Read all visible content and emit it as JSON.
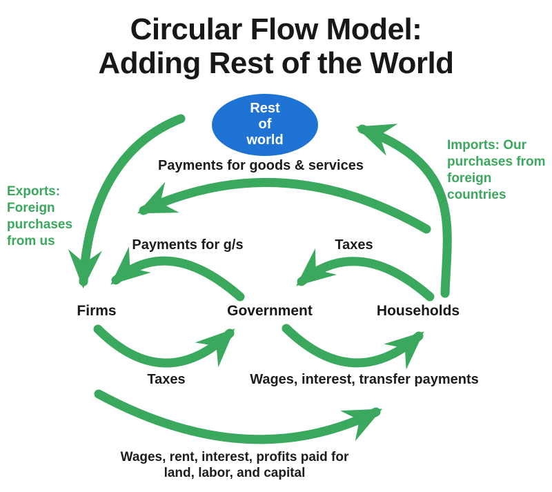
{
  "title": {
    "line1": "Circular Flow Model:",
    "line2": "Adding Rest of the World"
  },
  "colors": {
    "arrow_green": "#3aa85d",
    "rest_of_world_blue": "#1f73d5",
    "text_black": "#1c1c1e",
    "ellipse_text": "#ffffff"
  },
  "nodes": {
    "rest_of_world": {
      "line1": "Rest",
      "line2": "of",
      "line3": "world"
    },
    "firms": "Firms",
    "government": "Government",
    "households": "Households"
  },
  "flow_labels": {
    "payments_goods_services": "Payments for goods & services",
    "payments_gs": "Payments for g/s",
    "taxes_upper": "Taxes",
    "taxes_lower": "Taxes",
    "wages_interest_transfer": "Wages, interest, transfer payments",
    "wages_rent_bottom": "Wages, rent, interest, profits paid for\nland, labor, and capital"
  },
  "annotations": {
    "exports": "Exports:\nForeign\npurchases\nfrom us",
    "imports": "Imports: Our\npurchases from\nforeign\ncountries"
  },
  "flows": [
    {
      "label": "Payments for goods & services",
      "from": "Households",
      "to": "Firms"
    },
    {
      "label": "Exports: Foreign purchases from us",
      "from": "Rest of world",
      "to": "Firms"
    },
    {
      "label": "Imports: Our purchases from foreign countries",
      "from": "Households",
      "to": "Rest of world"
    },
    {
      "label": "Payments for g/s",
      "from": "Government",
      "to": "Firms"
    },
    {
      "label": "Taxes",
      "from": "Households",
      "to": "Government"
    },
    {
      "label": "Taxes",
      "from": "Firms",
      "to": "Government"
    },
    {
      "label": "Wages, interest, transfer payments",
      "from": "Government",
      "to": "Households"
    },
    {
      "label": "Wages, rent, interest, profits paid for land, labor, and capital",
      "from": "Firms",
      "to": "Households"
    }
  ]
}
